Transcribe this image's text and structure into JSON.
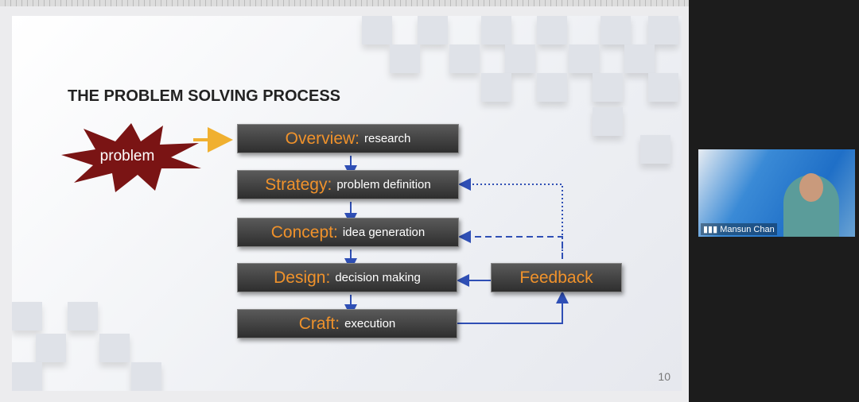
{
  "slide": {
    "title": "THE PROBLEM SOLVING PROCESS",
    "problem": "problem",
    "steps": [
      {
        "key": "Overview:",
        "value": "research"
      },
      {
        "key": "Strategy:",
        "value": "problem definition"
      },
      {
        "key": "Concept:",
        "value": "idea generation"
      },
      {
        "key": "Design:",
        "value": "decision making"
      },
      {
        "key": "Craft:",
        "value": "execution"
      }
    ],
    "feedback": "Feedback",
    "page_number": "10"
  },
  "participant": {
    "name": "Mansun Chan",
    "signal_icon": "signal-bars-icon"
  },
  "colors": {
    "accent": "#f0922b",
    "arrow": "#2f4fb5",
    "burst": "#7a1414"
  }
}
